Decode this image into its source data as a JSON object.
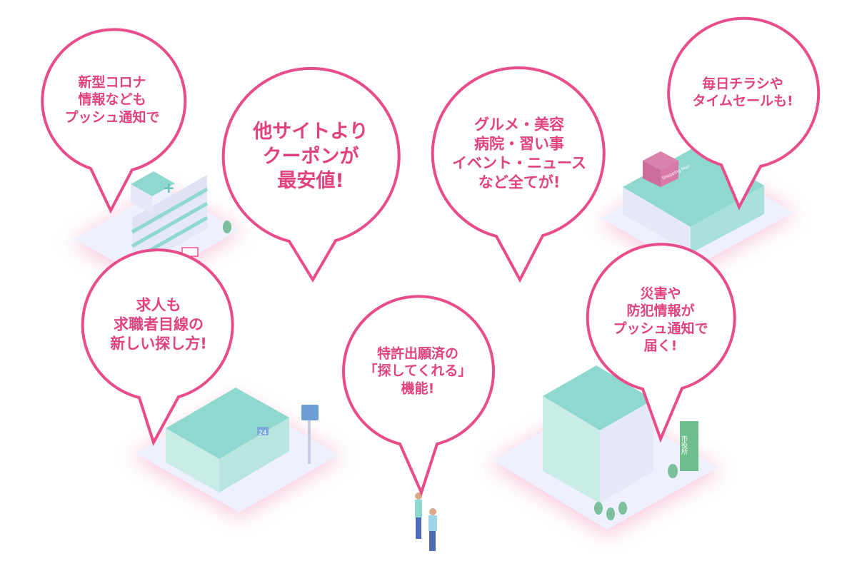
{
  "colors": {
    "accent": "#e84c8b",
    "building": "#8fd8cf",
    "platform": "#eef0fb",
    "glow": "#f7c6db"
  },
  "bubbles": [
    {
      "id": "covid",
      "lines": [
        "新型コロナ",
        "情報なども",
        "プッシュ通知で"
      ]
    },
    {
      "id": "coupon",
      "lines": [
        "他サイトより",
        "クーポンが",
        "最安値!"
      ]
    },
    {
      "id": "gourmet",
      "lines": [
        "グルメ・美容",
        "病院・習い事",
        "イベント・ニュース",
        "など全てが!"
      ]
    },
    {
      "id": "flyer",
      "lines": [
        "毎日チラシや",
        "タイムセールも!"
      ]
    },
    {
      "id": "jobs",
      "lines": [
        "求人も",
        "求職者目線の",
        "新しい探し方!"
      ]
    },
    {
      "id": "patent",
      "lines": [
        "特許出願済の",
        "「探してくれる」",
        "機能!"
      ]
    },
    {
      "id": "disaster",
      "lines": [
        "災害や",
        "防犯情報が",
        "プッシュ通知で",
        "届く!"
      ]
    }
  ],
  "signs": {
    "mall": "Shopping Mall",
    "store": "24",
    "cityhall": "市役所"
  }
}
